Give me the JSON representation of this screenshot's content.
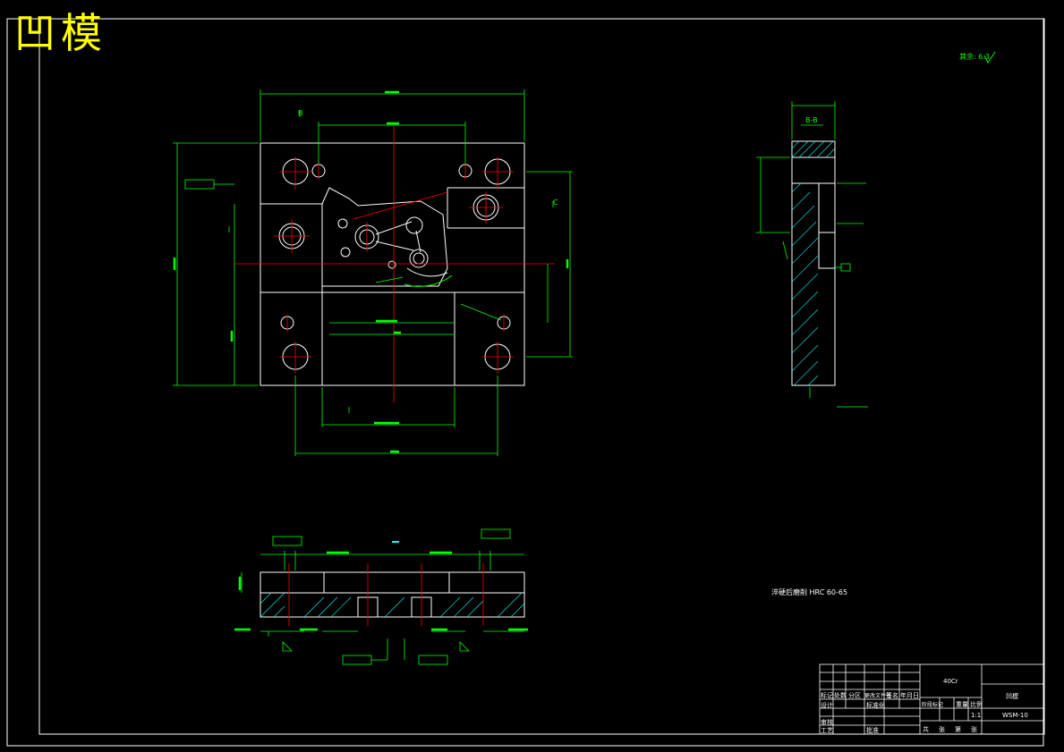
{
  "drawing": {
    "title": "凹模",
    "roughness_note": "其余: 6.3",
    "heat_treatment_note": "淬硬后磨削 HRC 60-65",
    "section_labels": {
      "top_view_section": "B",
      "side_view_section": "B-B",
      "bottom_marker": "C"
    }
  },
  "title_block": {
    "material": "40Cr",
    "part_name": "凹模",
    "drawing_number": "WSM-10",
    "row_labels": [
      "标记",
      "处数",
      "分区",
      "更改文件号",
      "签名",
      "年月日"
    ],
    "designer_row": [
      "设计",
      "标准化"
    ],
    "review_row": [
      "审核"
    ],
    "process_row": [
      "工艺",
      "批准"
    ],
    "stage_headers": [
      "阶段标记",
      "重量",
      "比例"
    ],
    "scale": "1:1",
    "sheet_footer": [
      "共",
      "张",
      "第",
      "张"
    ]
  },
  "colors": {
    "frame": "#ffffff",
    "dimension": "#00ff00",
    "centerline": "#ff0000",
    "hatch": "#00ffff",
    "title": "#ffff00"
  }
}
